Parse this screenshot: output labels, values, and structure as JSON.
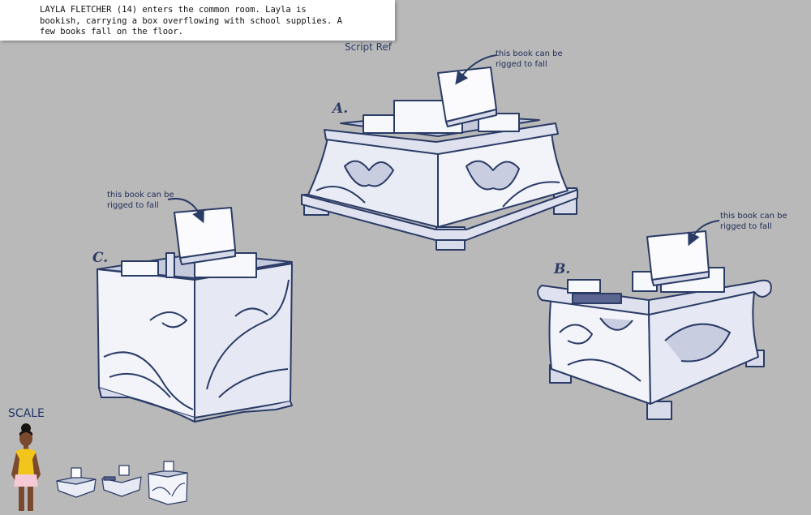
{
  "script": {
    "lines": "LAYLA FLETCHER (14) enters the common room.  Layla is\nbookish, carrying a box overflowing with school supplies.  A\nfew books fall on the floor."
  },
  "labels": {
    "script_ref": "Script Ref",
    "note_a": "this book can be rigged to fall",
    "note_b": "this book can be rigged to fall",
    "note_c": "this book can be rigged to fall",
    "letter_a": "A.",
    "letter_b": "B.",
    "letter_c": "C.",
    "scale": "SCALE"
  },
  "colors": {
    "background": "#b9b9b9",
    "ink": "#2a3b66",
    "box_fill": "#eef0f7",
    "shade": "#c9cde0",
    "character_shirt": "#f2c51c"
  }
}
